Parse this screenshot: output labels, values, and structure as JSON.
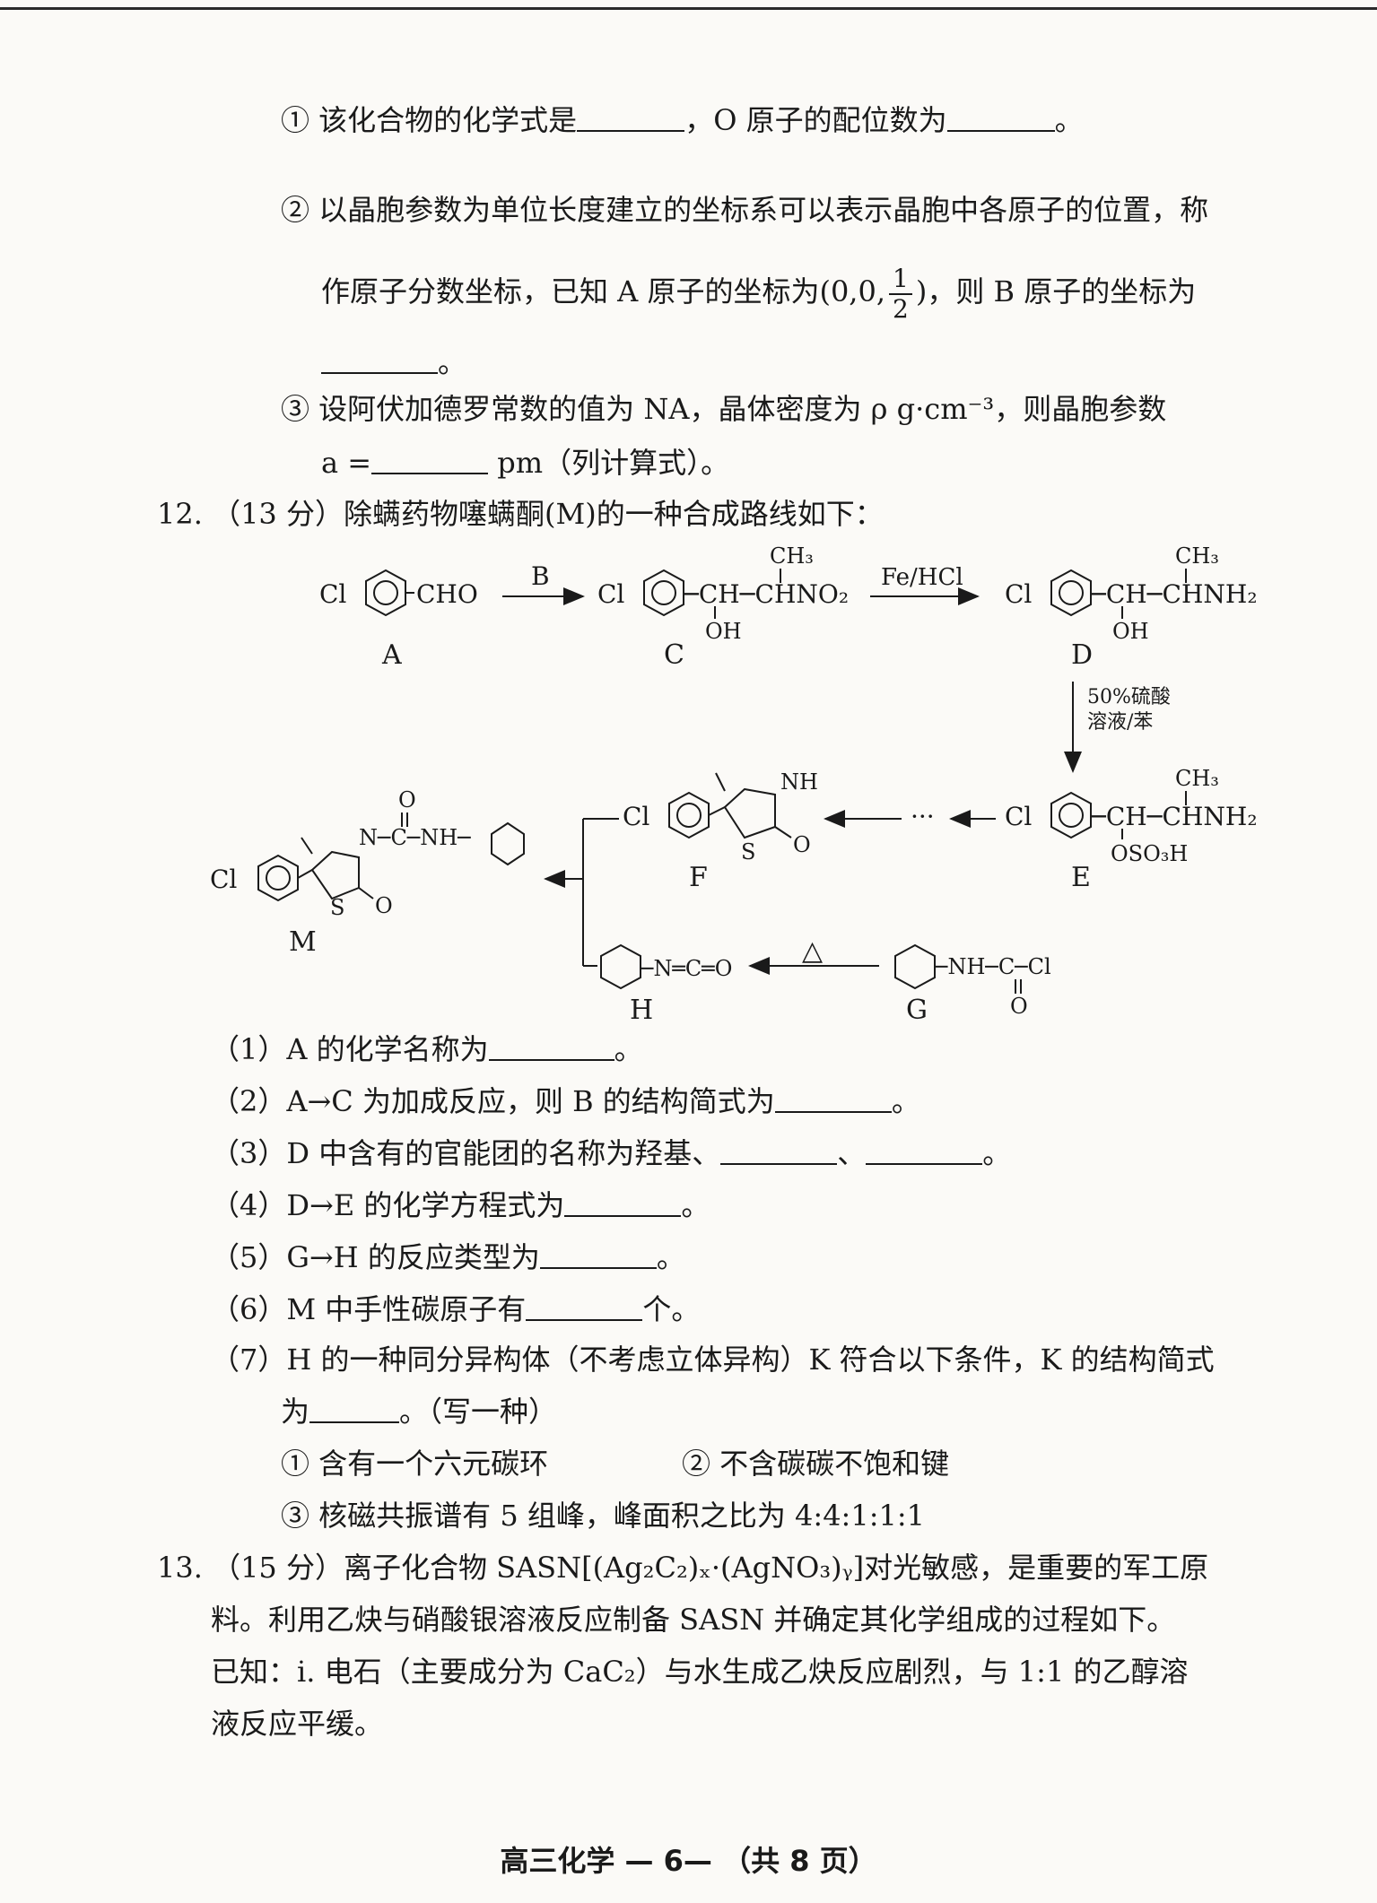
{
  "q11": {
    "item1_prefix": "① 该化合物的化学式是",
    "item1_mid": "，O 原子的配位数为",
    "item1_end": "。",
    "item2_line1": "② 以晶胞参数为单位长度建立的坐标系可以表示晶胞中各原子的位置，称",
    "item2_line2_prefix": "作原子分数坐标，已知 A 原子的坐标为(0,0,",
    "item2_frac_num": "1",
    "item2_frac_den": "2",
    "item2_line2_suffix": ")，则 B 原子的坐标为",
    "item2_line3_end": "。",
    "item3_line1": "③ 设阿伏加德罗常数的值为 NA，晶体密度为 ρ g·cm⁻³，则晶胞参数",
    "item3_line2_prefix": "a =",
    "item3_line2_suffix": "pm（列计算式）。"
  },
  "q12": {
    "header": "12. （13 分）除螨药物噻螨酮(M)的一种合成路线如下：",
    "scheme": {
      "A_formula": "Cl─◯─CHO",
      "A_label": "A",
      "arrow_AC": "B",
      "C_label": "C",
      "C_ch3": "CH₃",
      "C_chain": "─CH─CHNO₂",
      "C_oh": "OH",
      "arrow_CD": "Fe/HCl",
      "D_label": "D",
      "D_ch3": "CH₃",
      "D_chain": "─CH─CHNH₂",
      "D_oh": "OH",
      "arrow_DE_1": "50%硫酸",
      "arrow_DE_2": "溶液/苯",
      "E_label": "E",
      "E_ch3": "CH₃",
      "E_chain": "─CH─CHNH₂",
      "E_oso3h": "OSO₃H",
      "dots": "···",
      "F_label": "F",
      "F_nh": "NH",
      "F_s": "S",
      "F_o": "O",
      "G_label": "G",
      "G_chain": "─NH─C─Cl",
      "G_o": "O",
      "arrow_GH": "△",
      "H_label": "H",
      "H_chain": "─N═C═O",
      "M_label": "M",
      "M_chain": "N─C─NH─",
      "M_o_top": "O",
      "M_s": "S",
      "M_o": "O",
      "cl": "Cl"
    },
    "sub1": "（1）A 的化学名称为",
    "sub1_end": "。",
    "sub2": "（2）A→C 为加成反应，则 B 的结构简式为",
    "sub2_end": "。",
    "sub3": "（3）D 中含有的官能团的名称为羟基、",
    "sub3_sep": "、",
    "sub3_end": "。",
    "sub4": "（4）D→E 的化学方程式为",
    "sub4_end": "。",
    "sub5": "（5）G→H 的反应类型为",
    "sub5_end": "。",
    "sub6": "（6）M 中手性碳原子有",
    "sub6_end": "个。",
    "sub7_line1": "（7）H 的一种同分异构体（不考虑立体异构）K 符合以下条件，K 的结构简式",
    "sub7_line2_prefix": "为",
    "sub7_line2_suffix": "。（写一种）",
    "cond1": "① 含有一个六元碳环",
    "cond2": "② 不含碳碳不饱和键",
    "cond3": "③ 核磁共振谱有 5 组峰，峰面积之比为 4:4:1:1:1"
  },
  "q13": {
    "line1": "13. （15 分）离子化合物 SASN[(Ag₂C₂)ₓ·(AgNO₃)ᵧ]对光敏感，是重要的军工原",
    "line2": "料。利用乙炔与硝酸银溶液反应制备 SASN 并确定其化学组成的过程如下。",
    "line3": "已知：ⅰ. 电石（主要成分为 CaC₂）与水生成乙炔反应剧烈，与 1:1 的乙醇溶",
    "line4": "液反应平缓。"
  },
  "footer": "高三化学 — 6— （共 8 页）"
}
